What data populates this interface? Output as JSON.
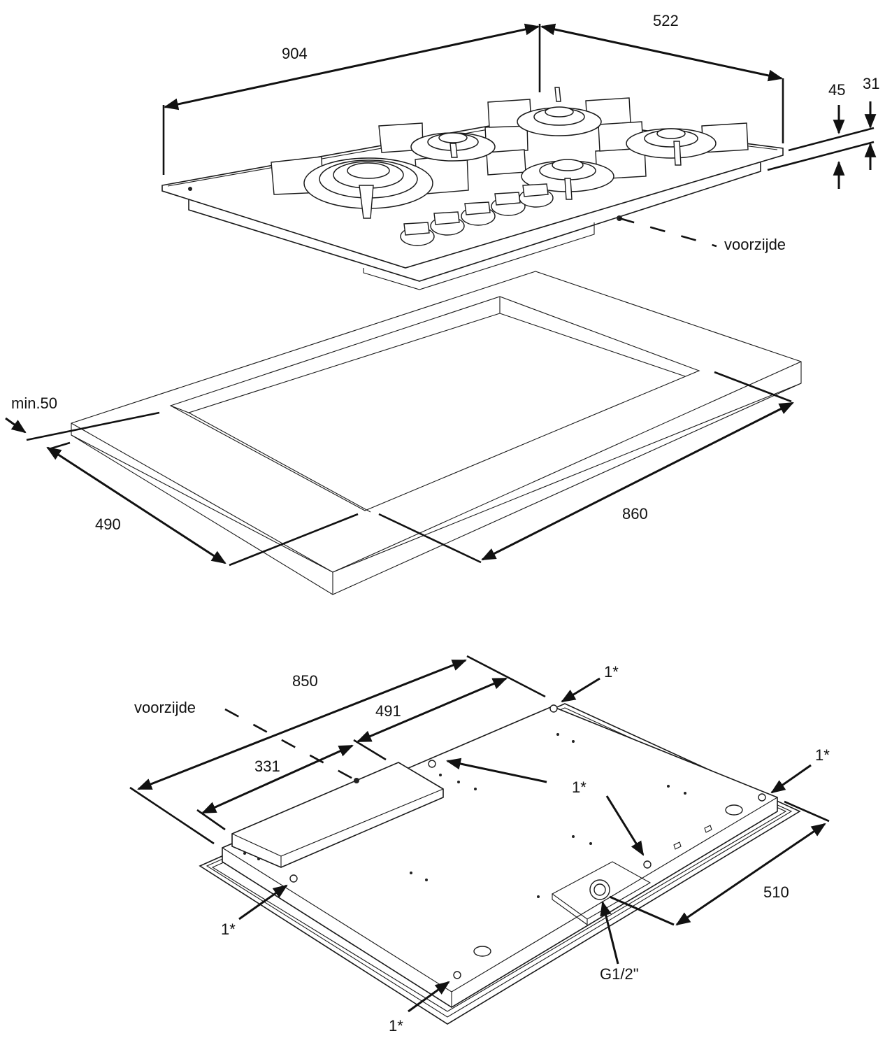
{
  "figure": {
    "hob_top": {
      "dimensions": {
        "width": "904",
        "depth": "522",
        "height_total": "45",
        "glass_thickness": "31"
      },
      "front_label": "voorzijde",
      "burners": 5,
      "knobs": 5
    },
    "cutout": {
      "dimensions": {
        "min_edge": "min.50",
        "depth": "490",
        "width": "860"
      }
    },
    "hob_bottom": {
      "dimensions": {
        "overall": "850",
        "connection_offset": "491",
        "box_width": "331",
        "depth": "510"
      },
      "front_label": "voorzijde",
      "fixing_note": "1*",
      "gas_connection": "G1/2\""
    }
  }
}
